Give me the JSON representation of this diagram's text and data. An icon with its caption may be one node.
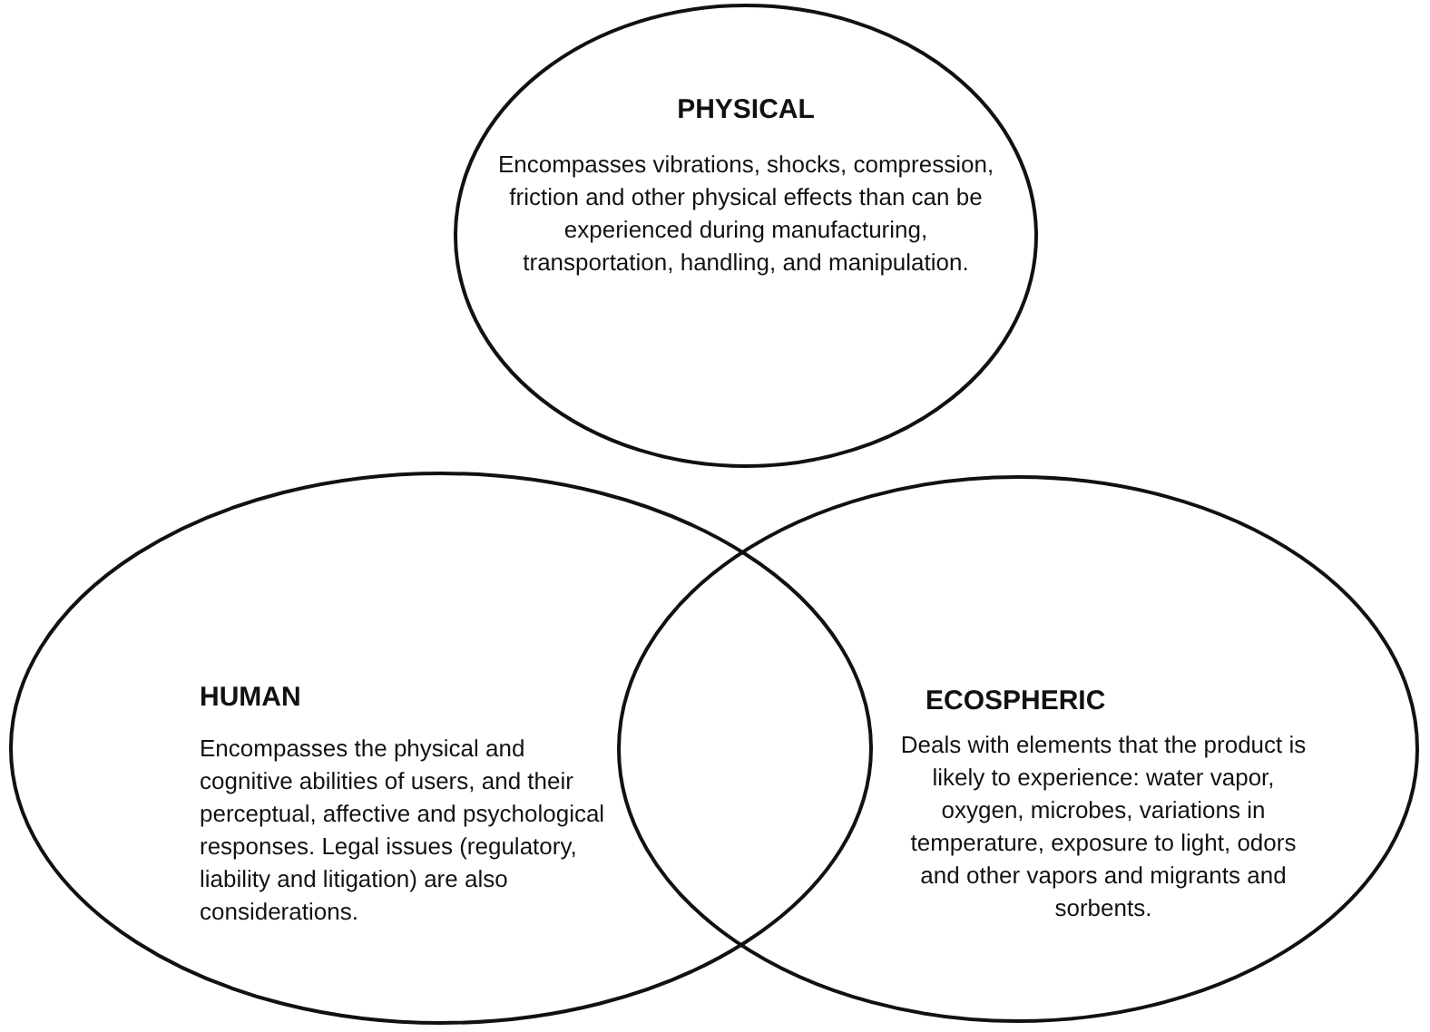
{
  "diagram": {
    "nodes": [
      {
        "text": [
          "PHYSICAL",
          "Encompasses vibrations, shocks, compression, friction and other physical effects than can be experienced during manufacturing, transportation, handling, and manipulation."
        ]
      },
      {
        "text": [
          "HUMAN",
          "Encompasses the physical and cognitive abilities of users, and their perceptual, affective and psychological responses. Legal issues (regulatory, liability and litigation) are also considerations."
        ]
      },
      {
        "text": [
          "ECOSPHERIC",
          "Deals with elements that the product is likely to experience: water vapor, oxygen, microbes, variations in temperature, exposure to light, odors and other vapors and migrants and sorbents."
        ]
      }
    ]
  }
}
